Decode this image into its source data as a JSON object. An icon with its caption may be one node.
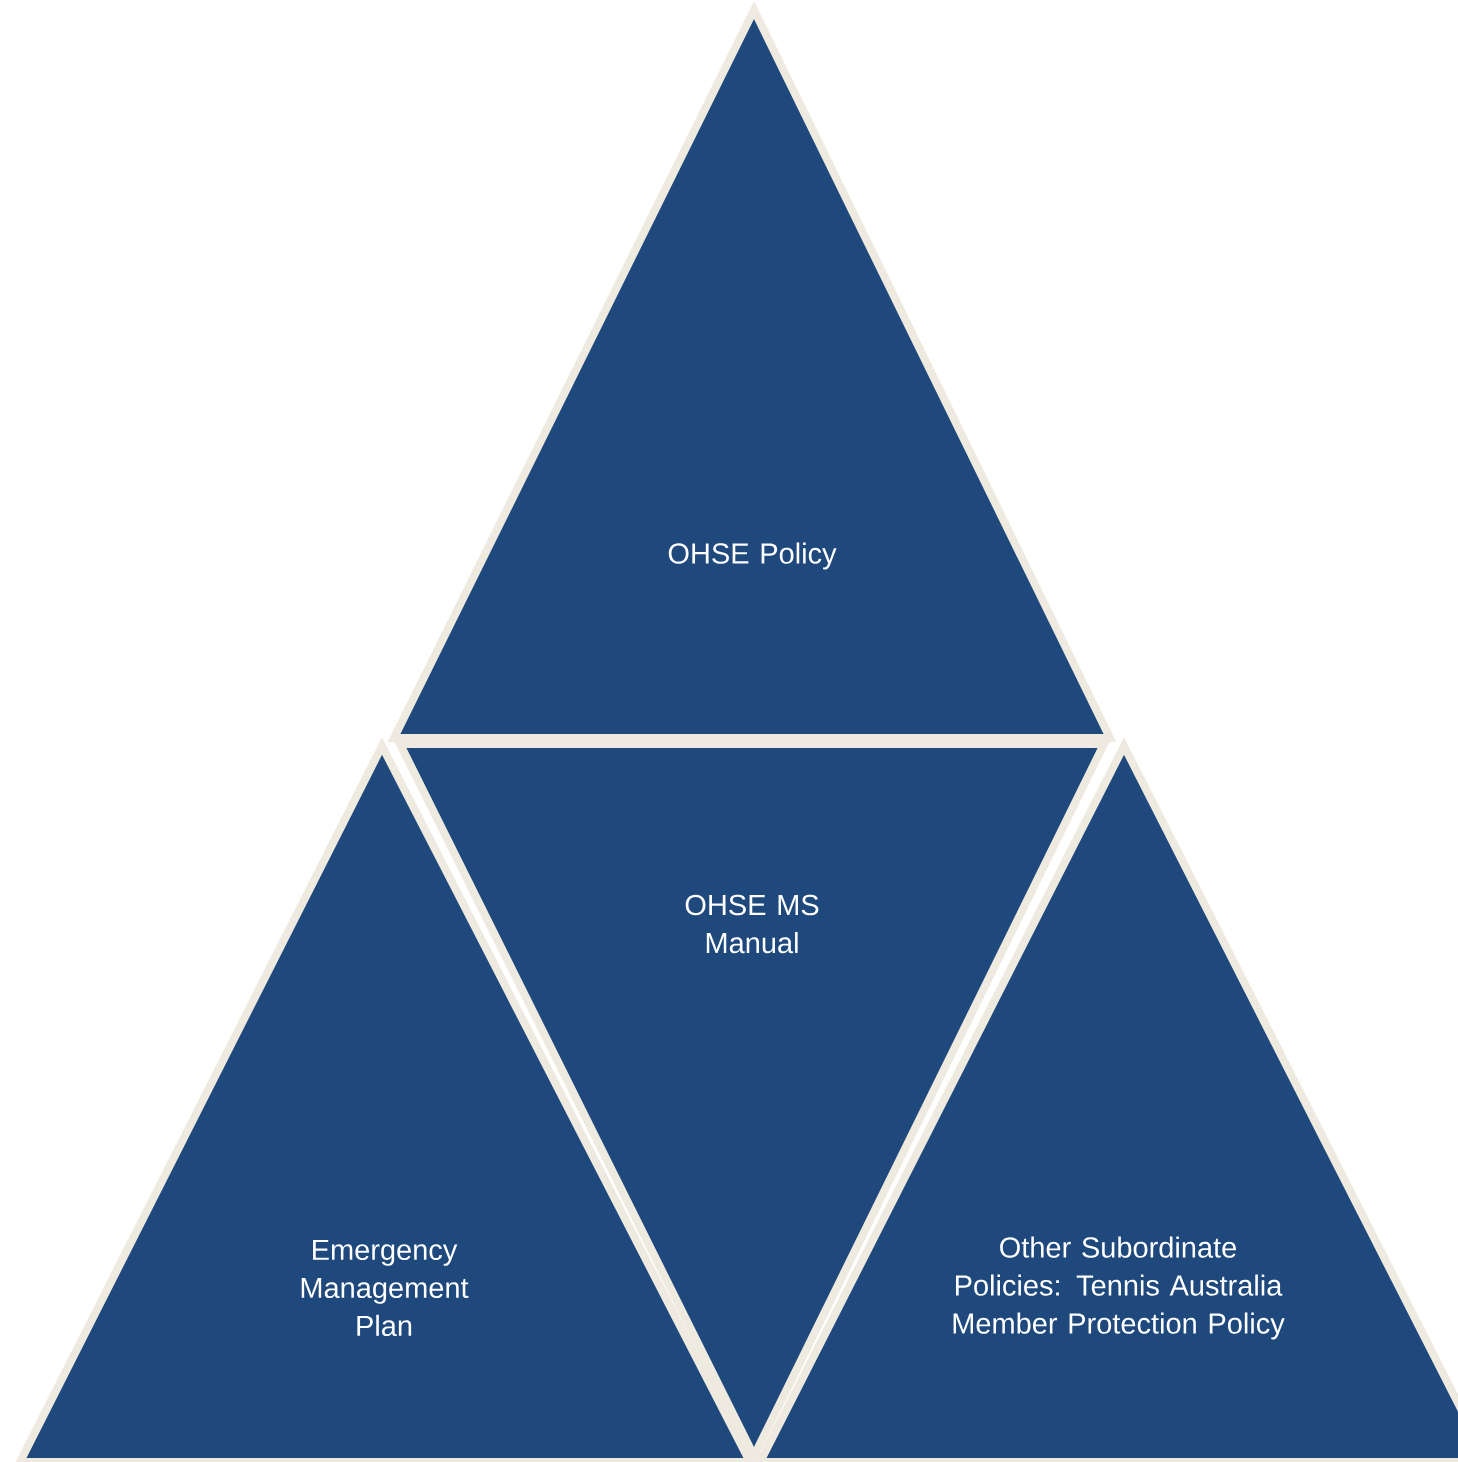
{
  "diagram": {
    "nodes": [
      {
        "text": [
          "OHSE Policy"
        ]
      },
      {
        "text": [
          "OHSE MS Manual"
        ]
      },
      {
        "text": [
          "Emergency Management Plan"
        ]
      },
      {
        "text": [
          "Other Subordinate Policies: Tennis Australia Member Protection Policy"
        ]
      }
    ]
  }
}
